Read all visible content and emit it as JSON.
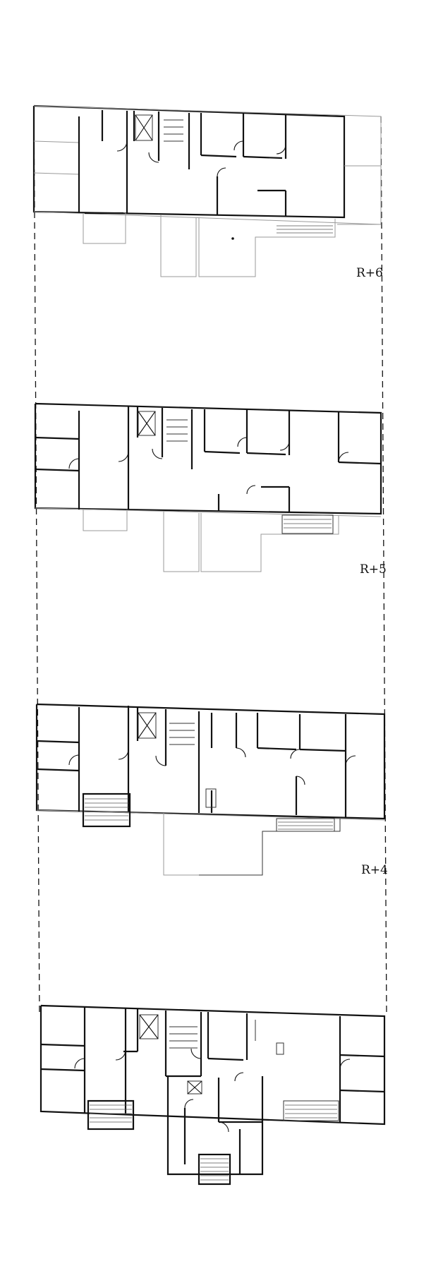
{
  "levels": [
    {
      "label": "R+6"
    },
    {
      "label": "R+5"
    },
    {
      "label": "R+4"
    },
    {
      "label": ""
    }
  ]
}
